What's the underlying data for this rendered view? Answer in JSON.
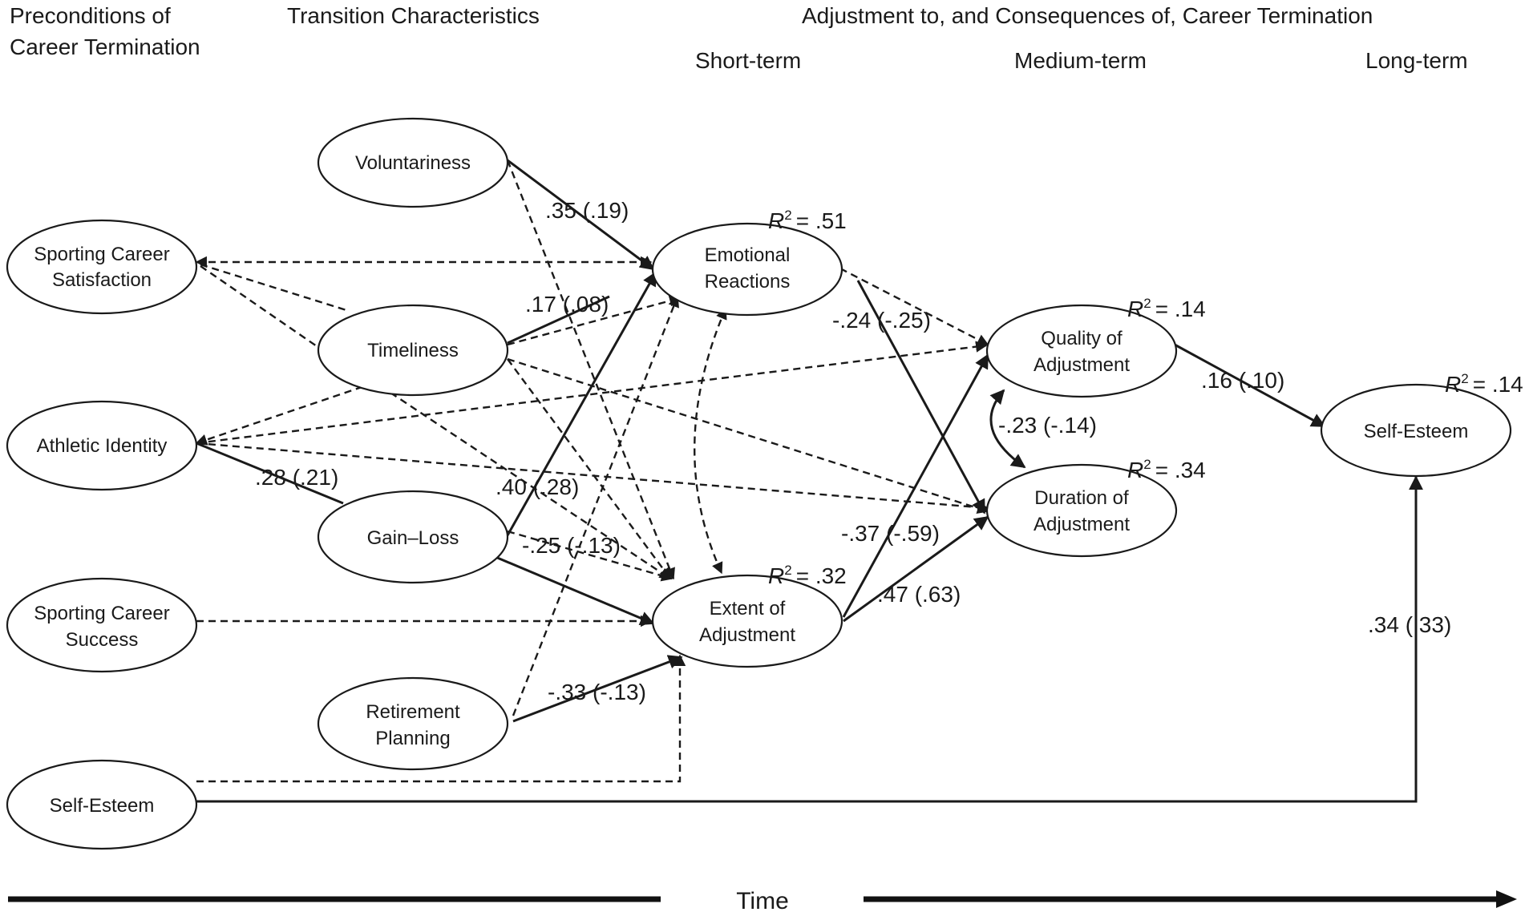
{
  "headers": {
    "preconditions_line1": "Preconditions of",
    "preconditions_line2": "Career Termination",
    "transition": "Transition Characteristics",
    "adjustment": "Adjustment to, and Consequences of, Career Termination",
    "short_term": "Short-term",
    "medium_term": "Medium-term",
    "long_term": "Long-term"
  },
  "nodes": {
    "voluntariness": [
      "Voluntariness"
    ],
    "sporting_career_satisfaction": [
      "Sporting Career",
      "Satisfaction"
    ],
    "timeliness": [
      "Timeliness"
    ],
    "athletic_identity": [
      "Athletic Identity"
    ],
    "gain_loss": [
      "Gain–Loss"
    ],
    "sporting_career_success": [
      "Sporting Career",
      "Success"
    ],
    "retirement_planning": [
      "Retirement",
      "Planning"
    ],
    "self_esteem_pre": [
      "Self-Esteem"
    ],
    "emotional_reactions": [
      "Emotional",
      "Reactions"
    ],
    "extent_of_adjustment": [
      "Extent of",
      "Adjustment"
    ],
    "quality_of_adjustment": [
      "Quality of",
      "Adjustment"
    ],
    "duration_of_adjustment": [
      "Duration of",
      "Adjustment"
    ],
    "self_esteem_post": [
      "Self-Esteem"
    ]
  },
  "r_squared": {
    "emotional_reactions": "= .51",
    "extent_of_adjustment": "= .32",
    "quality_of_adjustment": "= .14",
    "duration_of_adjustment": "= .34",
    "self_esteem_post": "= .14"
  },
  "r_symbol": "R",
  "r_superscript": "2",
  "path_labels": {
    "voluntariness_emotional": ".35 (.19)",
    "timeliness_emotional": ".17 (.08)",
    "emotional_duration": "-.24 (-.25)",
    "athletic_gainloss": ".28 (.21)",
    "gainloss_emotional": ".40 (.28)",
    "gainloss_extent": "-.25 (-.13)",
    "quality_duration_cov": "-.23 (-.14)",
    "quality_selfesteem": ".16 (.10)",
    "extent_quality": "-.37 (-.59)",
    "extent_duration": ".47 (.63)",
    "retirement_extent": "-.33 (-.13)",
    "selfesteem_selfesteem": ".34 (.33)"
  },
  "time_label": "Time",
  "colors": {
    "ink": "#1a1a1a",
    "background": "#ffffff"
  }
}
